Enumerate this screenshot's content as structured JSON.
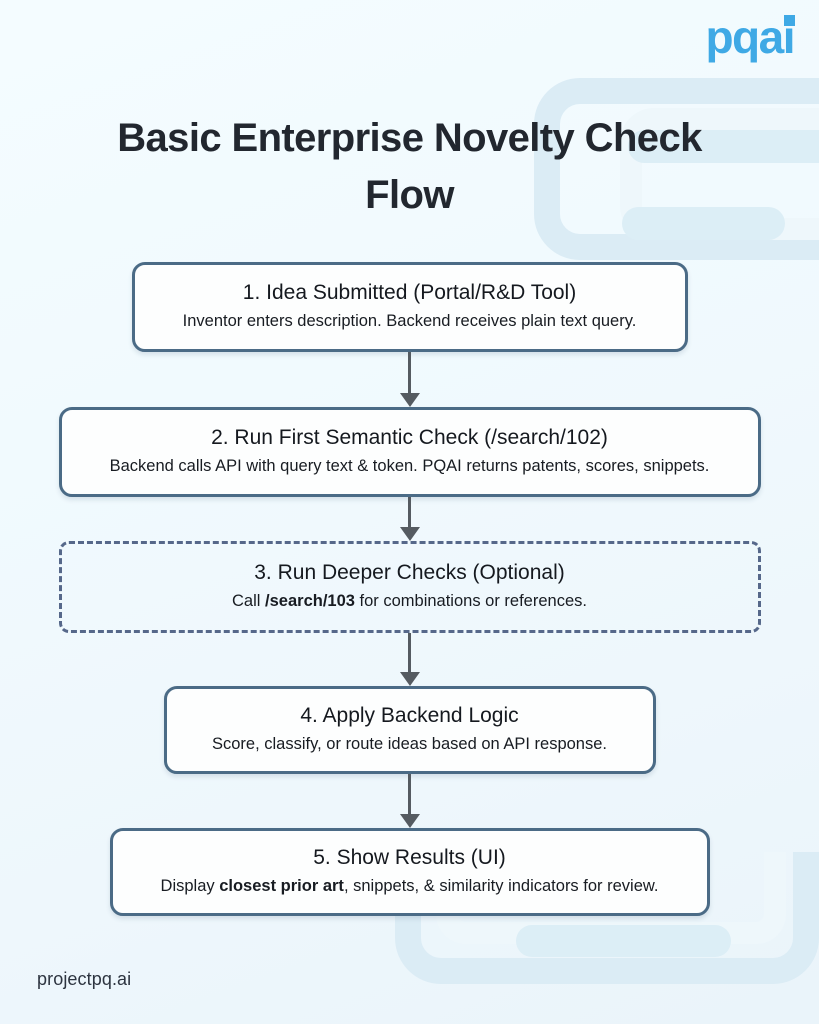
{
  "brand": {
    "logo_text": "pqai",
    "logo_color": "#3fa9e5",
    "footer_text": "projectpq.ai"
  },
  "header": {
    "title": "Basic Enterprise Novelty Check Flow"
  },
  "theme": {
    "background": "#f2fbfe",
    "node_border": "#4b6b86",
    "node_fill": "#fdfefe",
    "dashed_border": "#56688a",
    "arrow_color": "#555b61",
    "decor_light": "#dbecf5",
    "decor_lighter": "#eef7fb",
    "text_color": "#1d2530"
  },
  "flow": {
    "type": "flowchart",
    "direction": "top-to-bottom",
    "nodes": [
      {
        "id": "step-1",
        "title": "1. Idea Submitted (Portal/R&D Tool)",
        "desc_prefix": "Inventor enters description. Backend receives plain text query.",
        "desc_bold": "",
        "desc_suffix": "",
        "style": "solid"
      },
      {
        "id": "step-2",
        "title": "2. Run First Semantic Check (/search/102)",
        "desc_prefix": "Backend calls API with query text & token. PQAI returns patents, scores, snippets.",
        "desc_bold": "",
        "desc_suffix": "",
        "style": "solid"
      },
      {
        "id": "step-3",
        "title": "3. Run Deeper Checks (Optional)",
        "desc_prefix": "Call ",
        "desc_bold": "/search/103",
        "desc_suffix": " for combinations or references.",
        "style": "dashed"
      },
      {
        "id": "step-4",
        "title": "4. Apply Backend Logic",
        "desc_prefix": "Score, classify, or route ideas based on API response.",
        "desc_bold": "",
        "desc_suffix": "",
        "style": "solid"
      },
      {
        "id": "step-5",
        "title": "5. Show Results (UI)",
        "desc_prefix": "Display ",
        "desc_bold": "closest prior art",
        "desc_suffix": ", snippets, & similarity indicators for review.",
        "style": "solid"
      }
    ],
    "edges": [
      {
        "from": "step-1",
        "to": "step-2",
        "marker": "arrow"
      },
      {
        "from": "step-2",
        "to": "step-3",
        "marker": "arrow"
      },
      {
        "from": "step-3",
        "to": "step-4",
        "marker": "arrow"
      },
      {
        "from": "step-4",
        "to": "step-5",
        "marker": "arrow"
      }
    ]
  }
}
